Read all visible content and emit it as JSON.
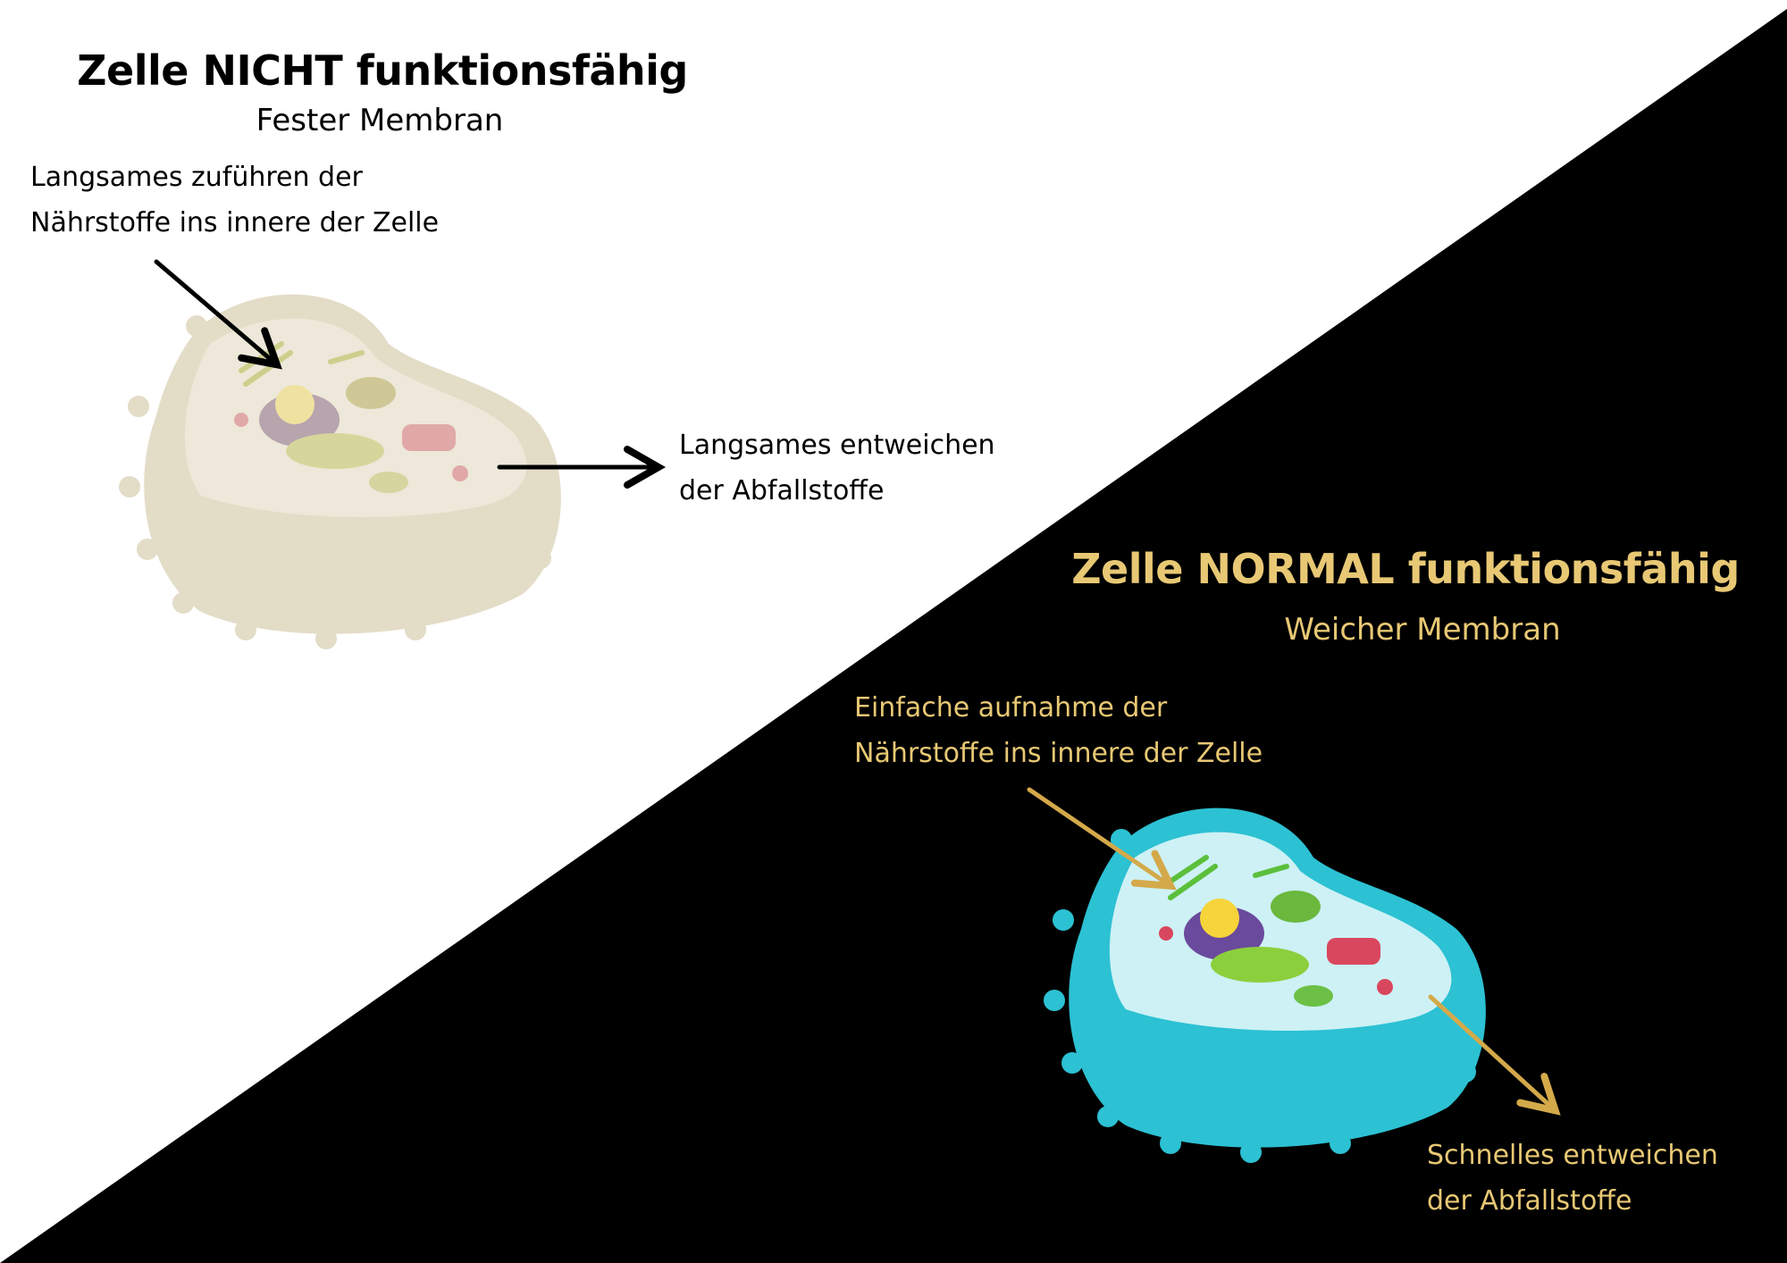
{
  "left": {
    "title": "Zelle NICHT funktionsfähig",
    "subtitle": "Fester Membran",
    "intake_line1": "Langsames zuführen der",
    "intake_line2": "Nährstoffe ins innere der Zelle",
    "waste_line1": "Langsames entweichen",
    "waste_line2": "der Abfallstoffe"
  },
  "right": {
    "title": "Zelle NORMAL funktionsfähig",
    "subtitle": "Weicher Membran",
    "intake_line1": "Einfache aufnahme der",
    "intake_line2": "Nährstoffe ins innere der Zelle",
    "waste_line1": "Schnelles entweichen",
    "waste_line2": "der Abfallstoffe"
  },
  "colors": {
    "accent": "#e8c874",
    "background_dark": "#000000",
    "background_light": "#ffffff",
    "cell_faded": "#e3dcc7",
    "cell_healthy": "#2fc4d6"
  }
}
